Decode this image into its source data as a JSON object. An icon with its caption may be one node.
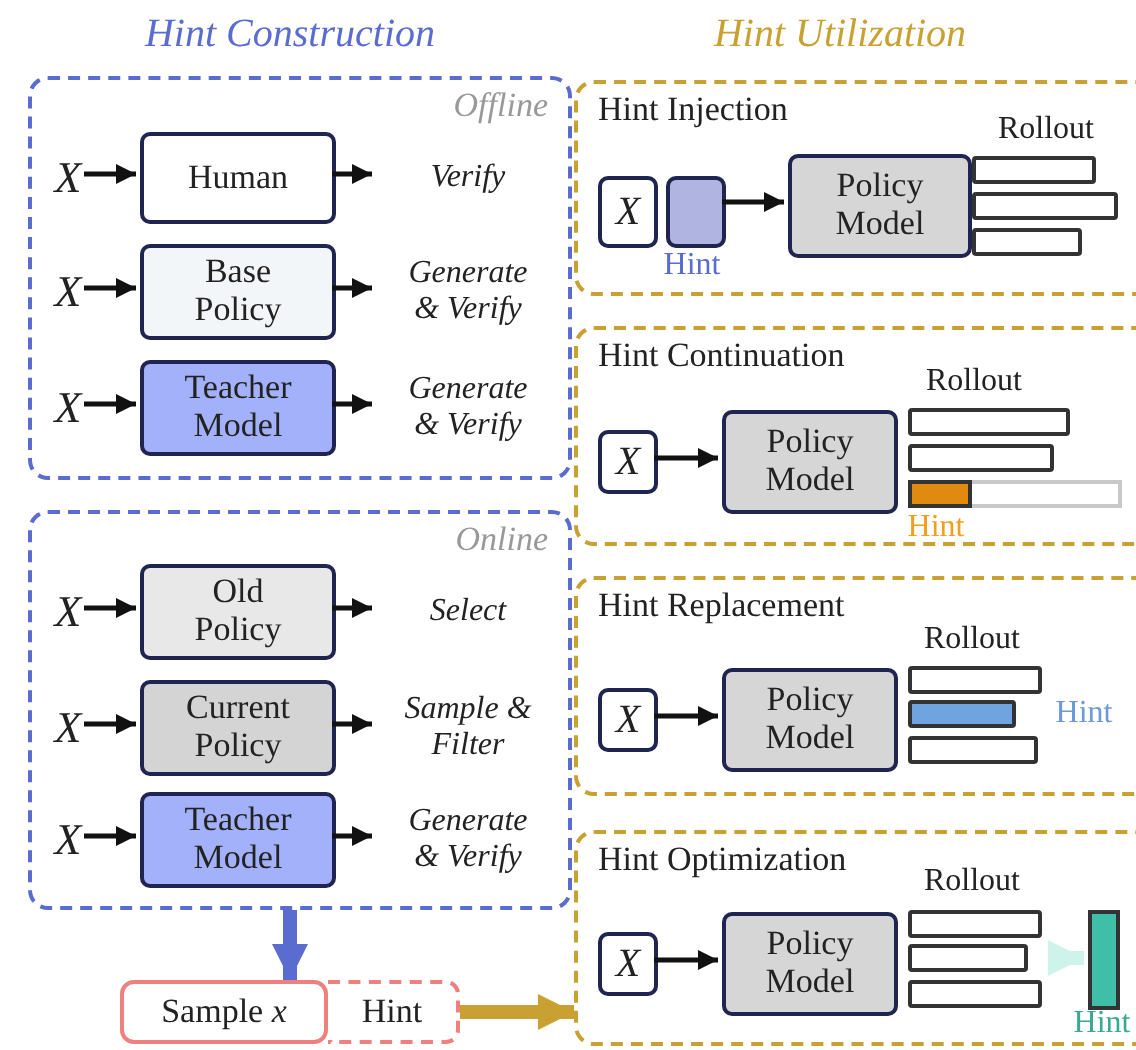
{
  "diagram": {
    "nodes": [
      {
        "text": [
          "Offline"
        ]
      },
      {
        "text": [
          "X"
        ],
        "in": 0
      },
      {
        "text": [
          "Human"
        ],
        "in": 0
      },
      {
        "text": [
          "Verify"
        ],
        "in": 0
      },
      {
        "text": [
          "X"
        ],
        "in": 0
      },
      {
        "text": [
          "Base Policy"
        ],
        "in": 0
      },
      {
        "text": [
          "Generate & Verify"
        ],
        "in": 0
      },
      {
        "text": [
          "X"
        ],
        "in": 0
      },
      {
        "text": [
          "Teacher Model"
        ],
        "in": 0
      },
      {
        "text": [
          "Generate & Verify"
        ],
        "in": 0
      },
      {
        "text": [
          "Online"
        ]
      },
      {
        "text": [
          "X"
        ],
        "in": 10
      },
      {
        "text": [
          "Old Policy"
        ],
        "in": 10
      },
      {
        "text": [
          "Select"
        ],
        "in": 10
      },
      {
        "text": [
          "X"
        ],
        "in": 10
      },
      {
        "text": [
          "Current Policy"
        ],
        "in": 10
      },
      {
        "text": [
          "Sample & Filter"
        ],
        "in": 10
      },
      {
        "text": [
          "X"
        ],
        "in": 10
      },
      {
        "text": [
          "Teacher Model"
        ],
        "in": 10
      },
      {
        "text": [
          "Generate & Verify"
        ],
        "in": 10
      },
      {
        "text": [
          "Sample *x*"
        ]
      },
      {
        "text": [
          "Hint"
        ]
      },
      {
        "text": [
          "Hint Injection"
        ]
      },
      {
        "text": [
          "X"
        ],
        "in": 22
      },
      {
        "text": [],
        "shape": "box",
        "in": 22,
        "beside": [
          "Hint"
        ]
      },
      {
        "text": [
          "Policy Model"
        ],
        "in": 22
      },
      {
        "text": [
          "Hint Continuation"
        ]
      },
      {
        "text": [
          "X"
        ],
        "in": 26
      },
      {
        "text": [
          "Policy Model"
        ],
        "in": 26
      },
      {
        "text": [
          "Hint Replacement"
        ]
      },
      {
        "text": [
          "X"
        ],
        "in": 29
      },
      {
        "text": [
          "Policy Model"
        ],
        "in": 29
      },
      {
        "text": [
          "Hint Optimization"
        ]
      },
      {
        "text": [
          "X"
        ],
        "in": 32
      },
      {
        "text": [
          "Policy Model"
        ],
        "in": 32
      },
      {
        "text": [],
        "shape": "bar",
        "in": 32,
        "beside": [
          "Hint"
        ]
      }
    ],
    "edges": [
      {
        "from": 1,
        "to": 2,
        "arrow": "to"
      },
      {
        "from": 2,
        "to": 3,
        "arrow": "to"
      },
      {
        "from": 4,
        "to": 5,
        "arrow": "to"
      },
      {
        "from": 5,
        "to": 6,
        "arrow": "to"
      },
      {
        "from": 7,
        "to": 8,
        "arrow": "to"
      },
      {
        "from": 8,
        "to": 9,
        "arrow": "to"
      },
      {
        "from": 11,
        "to": 12,
        "arrow": "to"
      },
      {
        "from": 12,
        "to": 13,
        "arrow": "to"
      },
      {
        "from": 14,
        "to": 15,
        "arrow": "to"
      },
      {
        "from": 15,
        "to": 16,
        "arrow": "to"
      },
      {
        "from": 17,
        "to": 18,
        "arrow": "to"
      },
      {
        "from": 18,
        "to": 19,
        "arrow": "to"
      },
      {
        "from": 10,
        "to": 20,
        "arrow": "to",
        "style": "thick",
        "color": "#5a6ccf"
      },
      {
        "from": 21,
        "to": 32,
        "arrow": "to",
        "style": "thick",
        "color": "#c9a032"
      },
      {
        "from": 24,
        "to": 25,
        "arrow": "to"
      },
      {
        "from": 27,
        "to": 28,
        "arrow": "to"
      },
      {
        "from": 30,
        "to": 31,
        "arrow": "to"
      },
      {
        "from": 33,
        "to": 34,
        "arrow": "to"
      },
      {
        "from": null,
        "to": 35,
        "arrow": "to",
        "style": "thick",
        "color": "#cdf3ea"
      }
    ],
    "labels": [
      "Hint Construction",
      "Hint Utilization",
      "Rollout",
      "Rollout",
      "Hint",
      "Rollout",
      "Hint",
      "Rollout"
    ]
  }
}
